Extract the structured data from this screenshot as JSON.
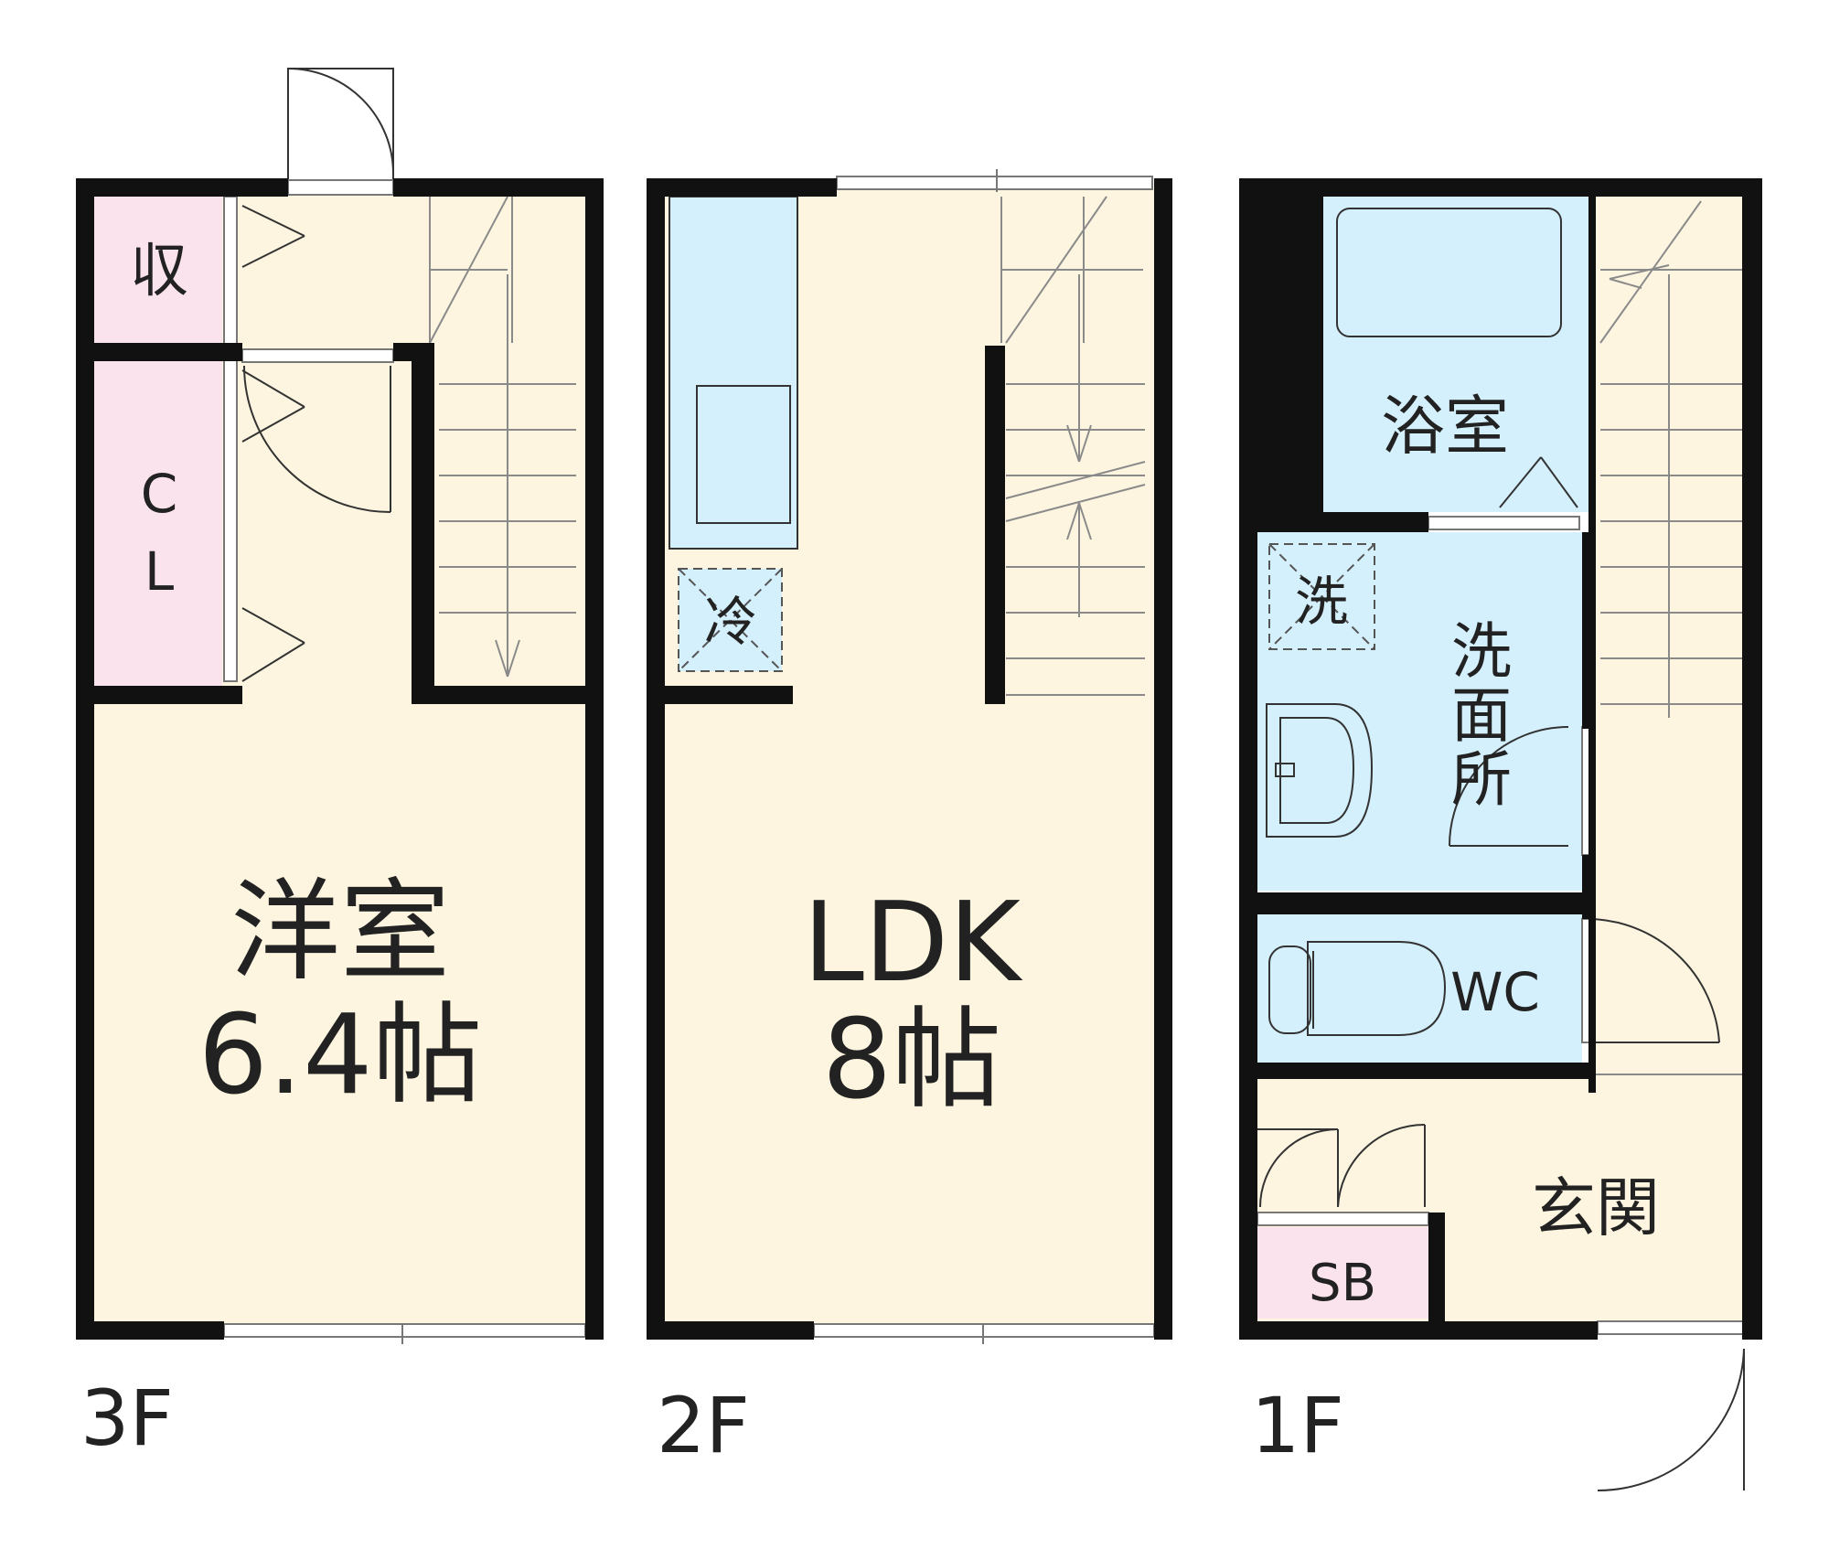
{
  "floors": {
    "f3": {
      "floor_label": "3F",
      "storage_label": "収",
      "closet_label_1": "C",
      "closet_label_2": "L",
      "room_name": "洋室",
      "room_size": "6.4帖"
    },
    "f2": {
      "floor_label": "2F",
      "fridge_label": "冷",
      "room_name": "LDK",
      "room_size": "8帖"
    },
    "f1": {
      "floor_label": "1F",
      "bath_label": "浴室",
      "washer_label": "洗",
      "washroom_label_1": "洗",
      "washroom_label_2": "面",
      "washroom_label_3": "所",
      "toilet_label": "WC",
      "entrance_label": "玄関",
      "shoe_box_label": "SB"
    }
  },
  "colors": {
    "wall": "#111111",
    "floor_beige": "#fdf5df",
    "wet_blue": "#d4f0fc",
    "storage_pink": "#fbe3ee",
    "stair_line": "#8a8a8a"
  }
}
